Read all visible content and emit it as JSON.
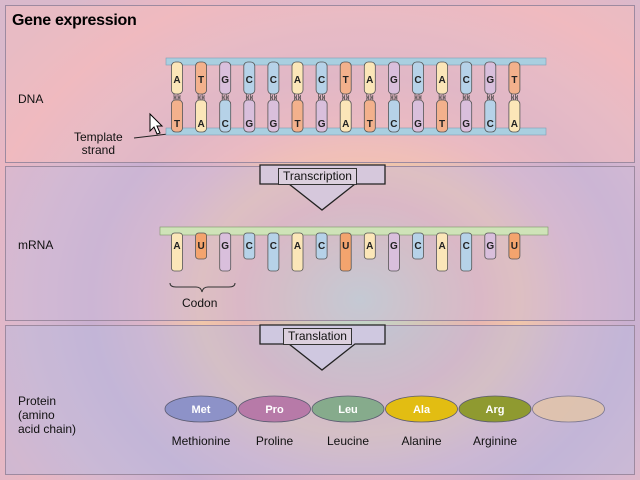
{
  "title": "Gene expression",
  "labels": {
    "dna": "DNA",
    "template": [
      "Template",
      "strand"
    ],
    "transcription": "Transcription",
    "mrna": "mRNA",
    "codon": "Codon",
    "translation": "Translation",
    "protein": [
      "Protein",
      "(amino",
      "acid chain)"
    ]
  },
  "dna_top": [
    "A",
    "T",
    "G",
    "C",
    "C",
    "A",
    "C",
    "T",
    "A",
    "G",
    "C",
    "A",
    "C",
    "G",
    "T"
  ],
  "dna_bottom": [
    "T",
    "A",
    "C",
    "G",
    "G",
    "T",
    "G",
    "A",
    "T",
    "C",
    "G",
    "T",
    "G",
    "C",
    "A"
  ],
  "mrna": [
    "A",
    "U",
    "G",
    "C",
    "C",
    "A",
    "C",
    "U",
    "A",
    "G",
    "C",
    "A",
    "C",
    "G",
    "U"
  ],
  "base_colors": {
    "A": "#fbe6b8",
    "T": "#f3b18c",
    "U": "#f3a46e",
    "G": "#d9bfdc",
    "C": "#b6d2e8"
  },
  "amino_acids": [
    {
      "abbr": "Met",
      "name": "Methionine",
      "color": "#8d92c8"
    },
    {
      "abbr": "Pro",
      "name": "Proline",
      "color": "#b77aa8"
    },
    {
      "abbr": "Leu",
      "name": "Leucine",
      "color": "#86ab8c"
    },
    {
      "abbr": "Ala",
      "name": "Alanine",
      "color": "#e2bd12"
    },
    {
      "abbr": "Arg",
      "name": "Arginine",
      "color": "#8f9a30"
    },
    {
      "abbr": "",
      "name": "",
      "color": "#e8c8a0"
    }
  ]
}
